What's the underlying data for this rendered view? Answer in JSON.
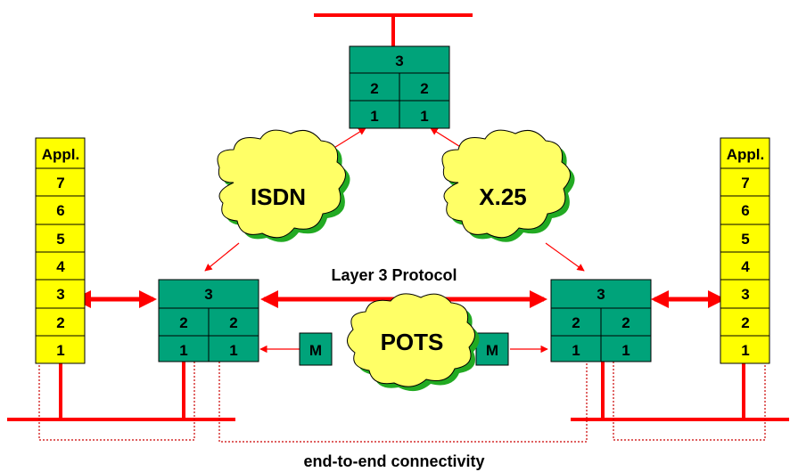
{
  "stacks": {
    "left": {
      "appl": "Appl.",
      "layers": [
        "7",
        "6",
        "5",
        "4",
        "3",
        "2",
        "1"
      ]
    },
    "right": {
      "appl": "Appl.",
      "layers": [
        "7",
        "6",
        "5",
        "4",
        "3",
        "2",
        "1"
      ]
    }
  },
  "router_top": {
    "layer3": "3",
    "layer2_a": "2",
    "layer2_b": "2",
    "layer1_a": "1",
    "layer1_b": "1"
  },
  "router_left": {
    "layer3": "3",
    "layer2_a": "2",
    "layer2_b": "2",
    "layer1_a": "1",
    "layer1_b": "1"
  },
  "router_right": {
    "layer3": "3",
    "layer2_a": "2",
    "layer2_b": "2",
    "layer1_a": "1",
    "layer1_b": "1"
  },
  "clouds": {
    "isdn": "ISDN",
    "x25": "X.25",
    "pots": "POTS"
  },
  "modems": {
    "left": "M",
    "right": "M"
  },
  "labels": {
    "layer3_protocol": "Layer 3 Protocol",
    "end_to_end": "end-to-end connectivity"
  },
  "colors": {
    "stack_fill": "#ffff00",
    "router_fill": "#00a37a",
    "cloud_fill": "#ffff66",
    "cloud_shadow": "#22aa22",
    "line_red": "#ff0000",
    "dotted_red": "#cc0000"
  }
}
